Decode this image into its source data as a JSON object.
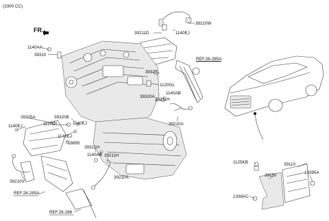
{
  "header": {
    "engine_note": "(3300 CC)",
    "front_indicator": "FR."
  },
  "labels": {
    "l39210W": "39210W",
    "l39211D": "39211D",
    "l1140EJ_top": "1140EJ",
    "l1140AA": "1140AA",
    "l39310": "39310",
    "l39323": "39323",
    "l1120GL_right": "1120GL",
    "l1140AB_right": "1140AB",
    "l39320A": "39320A",
    "l39211H_right": "39211H",
    "l39210A_right": "39210A",
    "l39325A": "39325A",
    "l1140EJ_left": "1140EJ",
    "l1120GL_left": "1120GL",
    "l39320B": "39320B",
    "l1140EJ_mid": "1140EJ",
    "l1140EJ_low": "1140EJ",
    "l18895": "18895",
    "l39321H": "39321H",
    "l1140AB_low": "1140AB",
    "l39211H_low": "39211H",
    "l39210A_low": "39210A",
    "l39210V": "39210V",
    "l1125KB": "1125KB",
    "l39110": "39110",
    "l13395A": "13395A",
    "l39150": "39150",
    "l1338AC": "1338AC"
  },
  "refs": {
    "ref_top": "REF.28-285A",
    "ref_left": "REF.28-285A",
    "ref_bottom": "REF.28-286"
  },
  "icons": [
    "car-illustration",
    "engine-assembly",
    "ecu-module",
    "oxygen-sensor"
  ]
}
